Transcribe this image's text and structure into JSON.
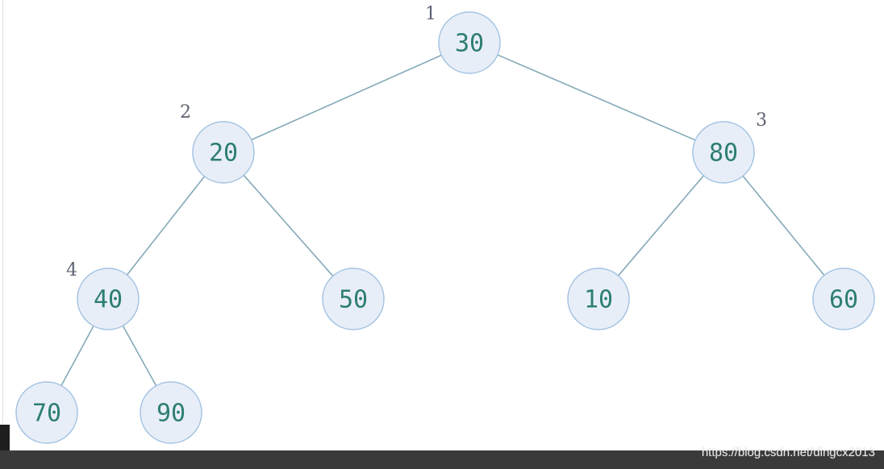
{
  "tree": {
    "nodes": [
      {
        "id": "n1",
        "value": "30",
        "index_label": "1"
      },
      {
        "id": "n2",
        "value": "20",
        "index_label": "2"
      },
      {
        "id": "n3",
        "value": "80",
        "index_label": "3"
      },
      {
        "id": "n4",
        "value": "40",
        "index_label": "4"
      },
      {
        "id": "n5",
        "value": "50",
        "index_label": ""
      },
      {
        "id": "n6",
        "value": "10",
        "index_label": ""
      },
      {
        "id": "n7",
        "value": "60",
        "index_label": ""
      },
      {
        "id": "n8",
        "value": "70",
        "index_label": ""
      },
      {
        "id": "n9",
        "value": "90",
        "index_label": ""
      }
    ],
    "edges": [
      {
        "from": "n1",
        "to": "n2"
      },
      {
        "from": "n1",
        "to": "n3"
      },
      {
        "from": "n2",
        "to": "n4"
      },
      {
        "from": "n2",
        "to": "n5"
      },
      {
        "from": "n3",
        "to": "n6"
      },
      {
        "from": "n3",
        "to": "n7"
      },
      {
        "from": "n4",
        "to": "n8"
      },
      {
        "from": "n4",
        "to": "n9"
      }
    ],
    "colors": {
      "node_fill": "#e8eef7",
      "node_stroke": "#a3c3e3",
      "node_text": "#2d7e72",
      "edge": "#84a9b7",
      "index_label": "#5d6170"
    }
  },
  "watermark": {
    "text": "https://blog.csdn.net/dingcx2013"
  }
}
